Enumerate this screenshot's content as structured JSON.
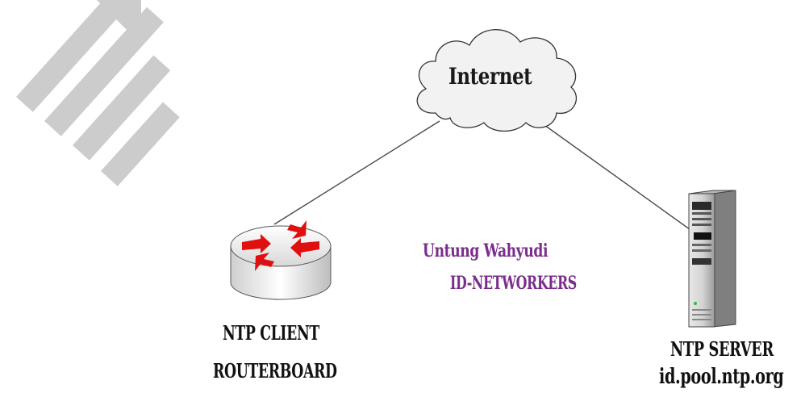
{
  "nodes": {
    "internet": {
      "label": "Internet"
    },
    "client": {
      "line1": "NTP CLIENT",
      "line2": "ROUTERBOARD"
    },
    "server": {
      "line1": "NTP SERVER",
      "line2": "id.pool.ntp.org"
    }
  },
  "credit": {
    "author": "Untung Wahyudi",
    "org": "ID-NETWORKERS"
  },
  "colors": {
    "credit_text": "#7a2d8c",
    "cloud_fill": "#f2f2f2",
    "link_line": "#4a4a4a",
    "router_arrow": "#e01010",
    "watermark_logo": "#cccccc"
  },
  "icons": {
    "internet": "cloud-icon",
    "client": "router-icon",
    "server": "server-tower-icon",
    "watermark": "watermark-logo"
  }
}
